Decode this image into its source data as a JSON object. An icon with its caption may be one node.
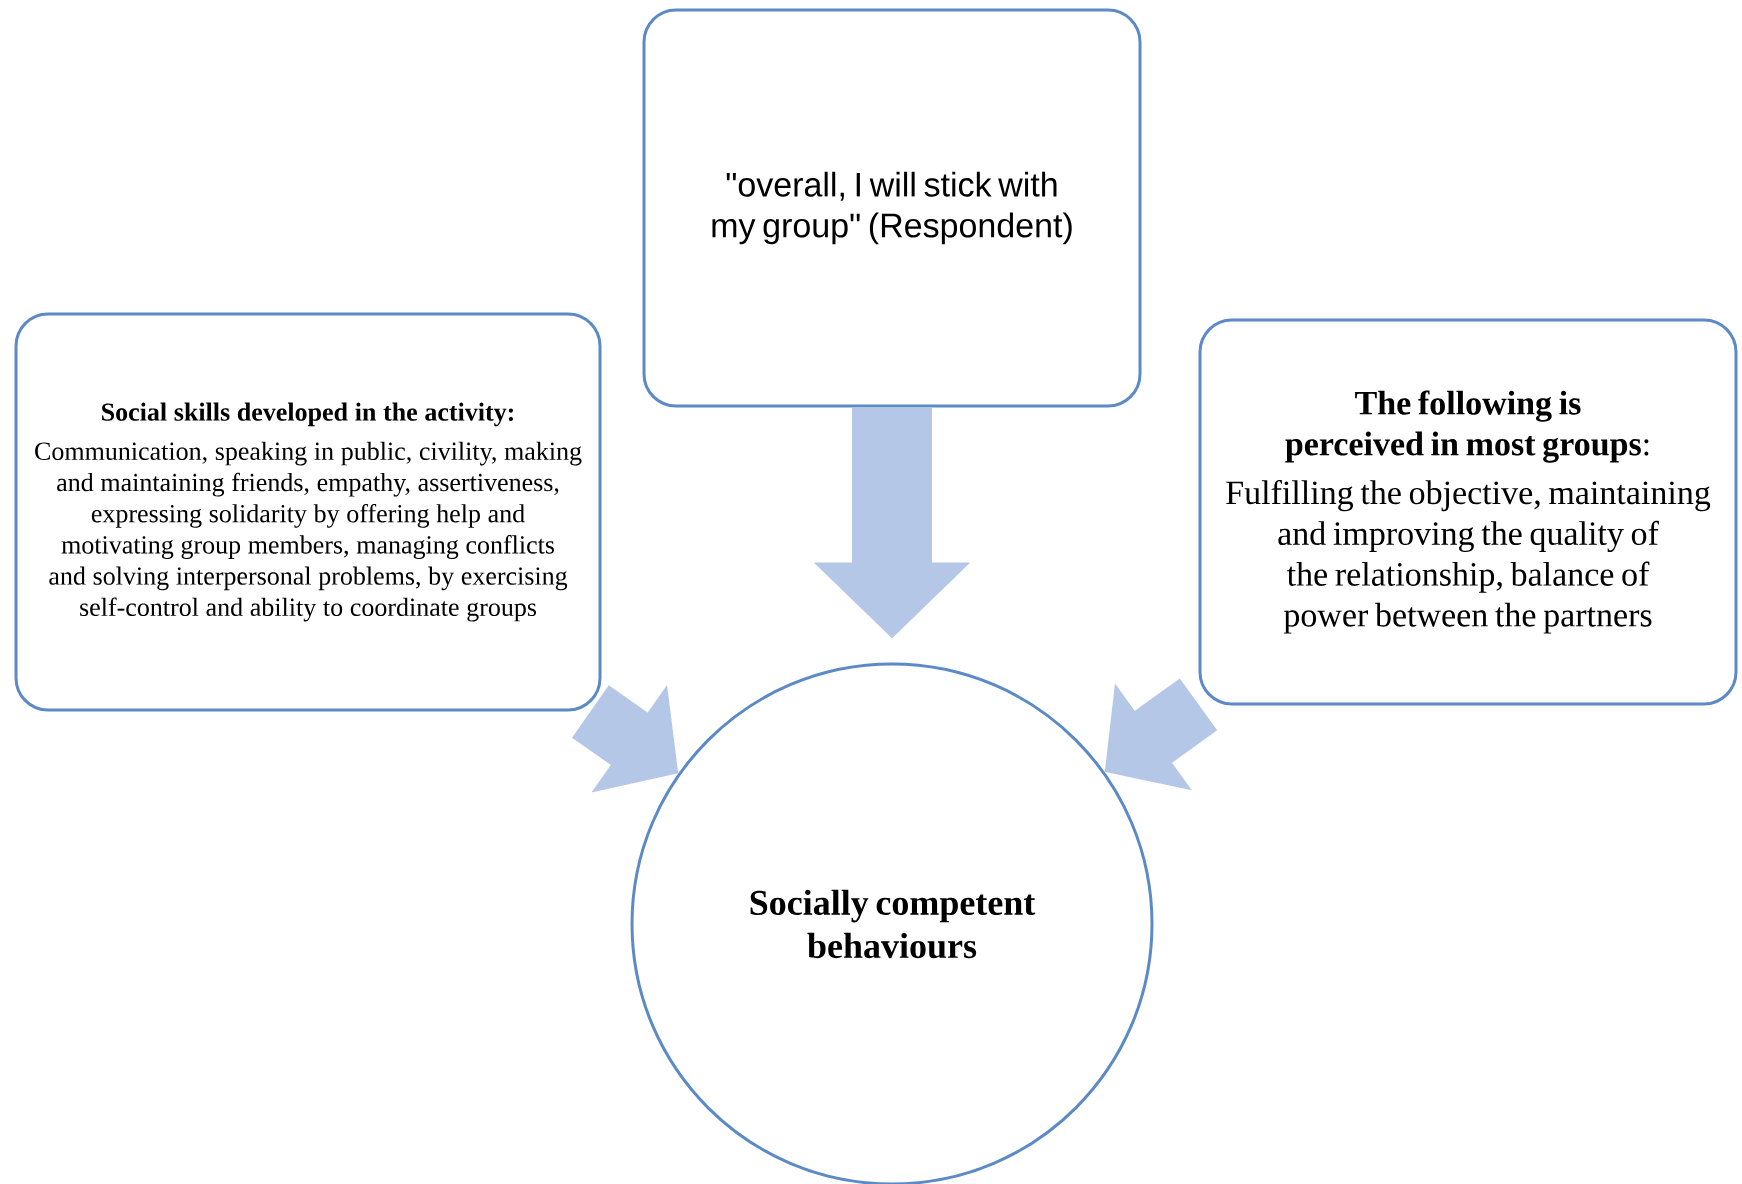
{
  "diagram": {
    "nodes": [
      {
        "text": [
          "\"overall, I will stick with my group\" (Respondent)"
        ]
      },
      {
        "text": [
          "Social skills developed in the activity:",
          "Communication, speaking in public, civility, making and maintaining friends, empathy,  assertiveness,  expressing solidarity by offering help and motivating group members, managing conflicts and solving interpersonal problems, by exercising self-control and ability to coordinate groups"
        ]
      },
      {
        "text": [
          "**The following is perceived in most groups**:",
          "Fulfilling the objective, maintaining and improving the quality of the relationship, balance of power between the partners"
        ]
      },
      {
        "text": [
          "Socially competent behaviours"
        ]
      }
    ],
    "edges": [
      {
        "from": 0,
        "to": 3,
        "arrow": "to"
      },
      {
        "from": 1,
        "to": 3,
        "arrow": "to"
      },
      {
        "from": 2,
        "to": 3,
        "arrow": "to"
      }
    ]
  }
}
